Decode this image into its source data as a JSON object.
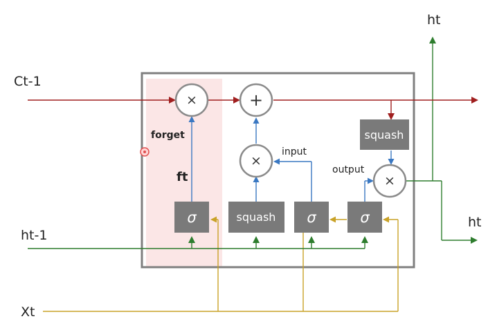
{
  "labels": {
    "c_prev": "Ct-1",
    "h_prev": "ht-1",
    "x_t": "Xt",
    "h_t_top": "ht",
    "h_t_right": "ht",
    "forget": "forget",
    "f_t": "ft",
    "input": "input",
    "output": "output"
  },
  "ops": {
    "multiply": "×",
    "add": "+",
    "sigma": "σ",
    "squash": "squash"
  },
  "colors": {
    "cell_state": "#a01f1f",
    "hidden_state": "#2e7d2e",
    "input_x": "#c9a227",
    "internal": "#3a78c2",
    "gate_box": "#7a7a7a",
    "forget_highlight": "#fbe6e6",
    "cell_frame": "#7f7f7f"
  }
}
